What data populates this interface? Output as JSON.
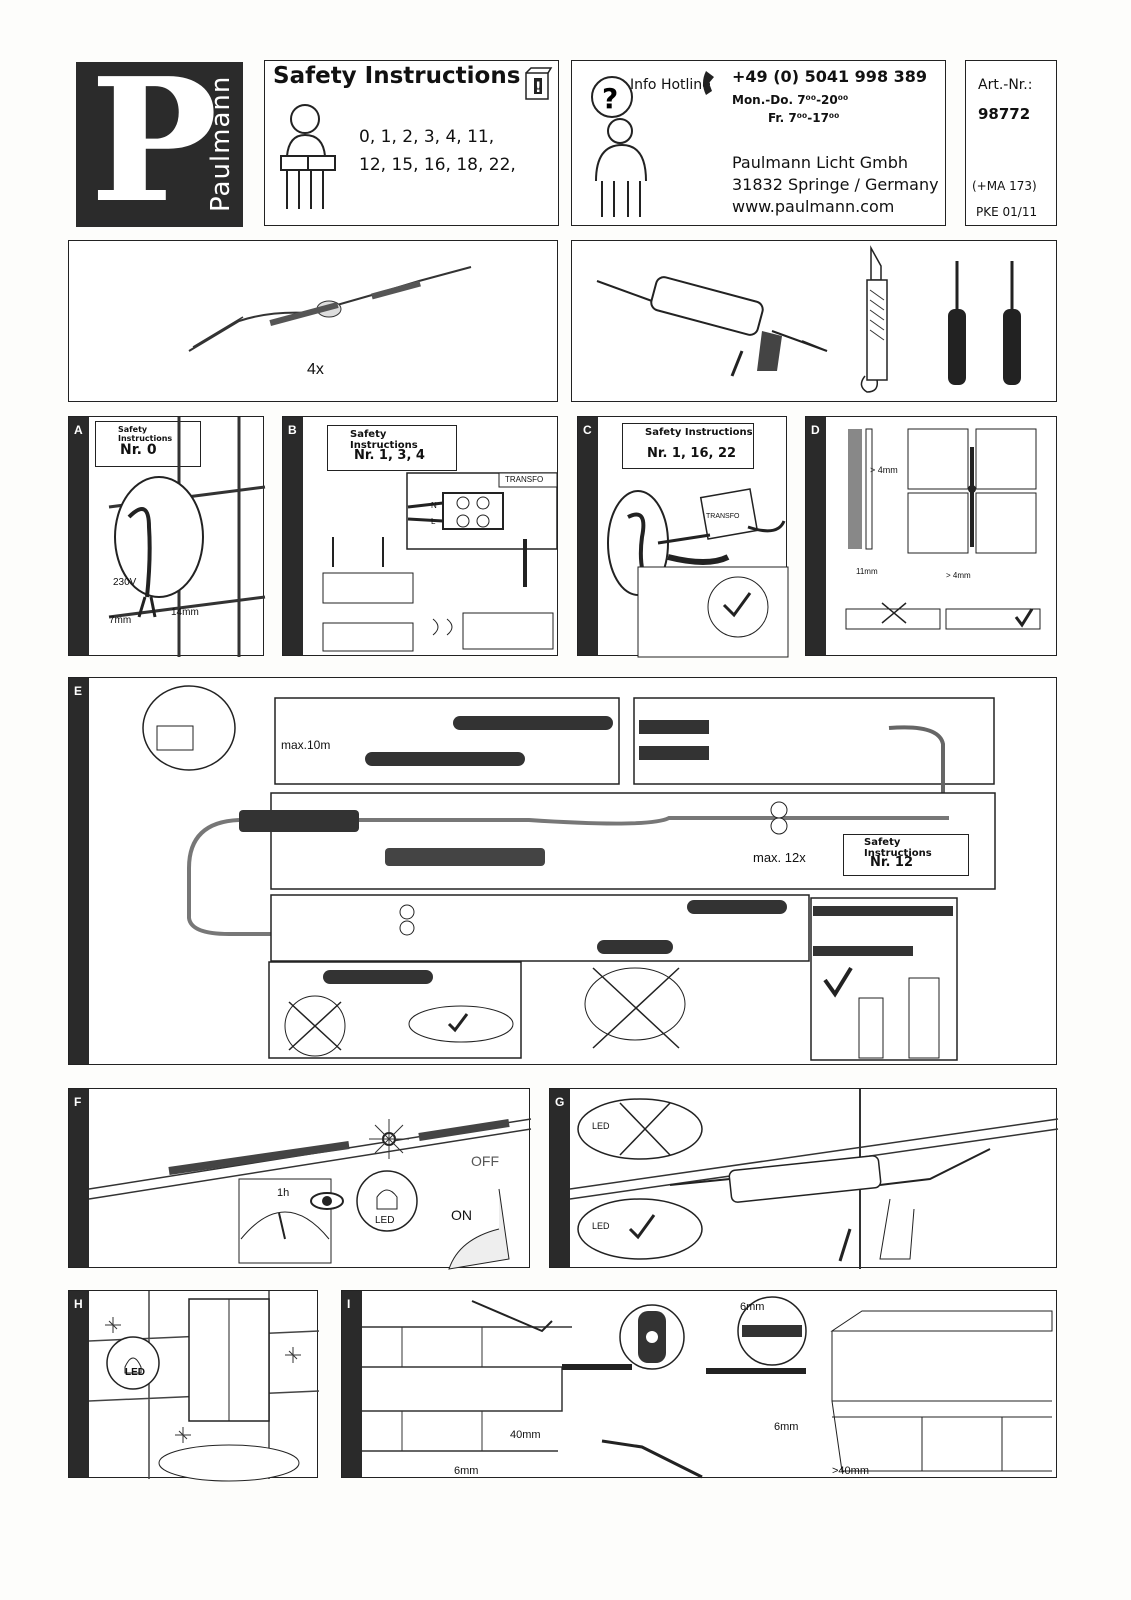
{
  "header": {
    "brand_letter": "P",
    "brand_name": "Paulmann",
    "safety_title": "Safety Instructions",
    "safety_numbers_line1": "0, 1, 2, 3, 4, 11,",
    "safety_numbers_line2": "12, 15, 16, 18, 22,",
    "hotline_label": "Info Hotline",
    "hotline_phone": "+49 (0) 5041 998 389",
    "hours_mon_thu": "Mon.-Do. 7⁰⁰-20⁰⁰",
    "hours_fri": "Fr.  7⁰⁰-17⁰⁰",
    "company_name": "Paulmann Licht Gmbh",
    "company_city": "31832 Springe / Germany",
    "company_web": "www.paulmann.com",
    "art_label": "Art.-Nr.:",
    "art_number": "98772",
    "art_extra": "(+MA 173)",
    "art_pke": "PKE 01/11"
  },
  "parts": {
    "quantity": "4x"
  },
  "panels": {
    "A": {
      "label": "A",
      "si_title": "Safety Instructions",
      "si_nr": "Nr. 0",
      "voltage": "230V",
      "dim_7": "7mm",
      "dim_14": "14mm"
    },
    "B": {
      "label": "B",
      "si_title": "Safety Instructions",
      "si_nr": "Nr. 1, 3, 4",
      "transfo": "TRANSFO",
      "n": "N",
      "l": "L"
    },
    "C": {
      "label": "C",
      "si_title": "Safety Instructions",
      "si_nr": "Nr. 1, 16, 22",
      "transfo": "TRANSFO"
    },
    "D": {
      "label": "D",
      "gap1": "> 4mm",
      "gap2": "11mm",
      "gap3": "> 4mm"
    },
    "E": {
      "label": "E",
      "max_len": "max.10m",
      "max_count": "max. 12x",
      "si_title": "Safety Instructions",
      "si_nr": "Nr. 12"
    },
    "F": {
      "label": "F",
      "time": "1h",
      "led": "LED",
      "off": "OFF",
      "on": "ON"
    },
    "G": {
      "label": "G",
      "led1": "LED",
      "led2": "LED"
    },
    "H": {
      "label": "H",
      "led": "LED"
    },
    "I": {
      "label": "I",
      "dim_6mm_a": "6mm",
      "dim_40mm_a": "40mm",
      "dim_6mm_b": "6mm",
      "dim_6mm_c": "6mm",
      "dim_40mm_b": ">40mm"
    }
  }
}
